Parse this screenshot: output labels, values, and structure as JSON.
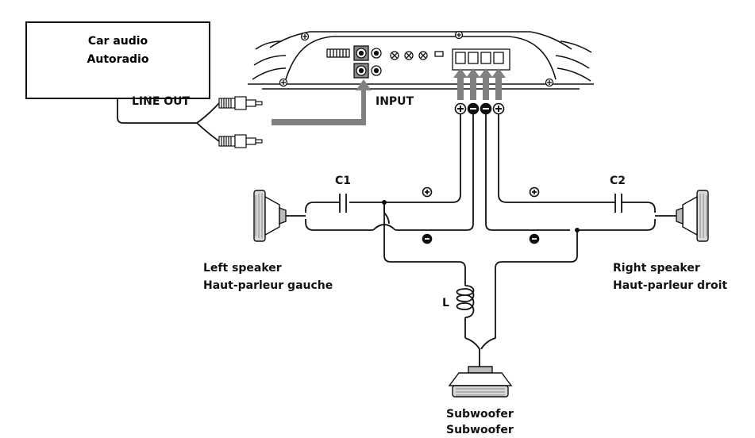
{
  "head_unit": {
    "line1": "Car audio",
    "line2": "Autoradio"
  },
  "line_out_label": "LINE OUT",
  "input_label": "INPUT",
  "capacitor_left": "C1",
  "capacitor_right": "C2",
  "inductor": "L",
  "left_speaker": {
    "line1": "Left speaker",
    "line2": "Haut-parleur gauche"
  },
  "right_speaker": {
    "line1": "Right speaker",
    "line2": "Haut-parleur droit"
  },
  "subwoofer": {
    "line1": "Subwoofer",
    "line2": "Subwoofer"
  },
  "polarity": {
    "plus": "+",
    "minus": "−"
  },
  "terminal_polarity": [
    "+",
    "−",
    "−",
    "+"
  ],
  "colors": {
    "line": "#111111",
    "arrow": "#808080",
    "speaker_fill": "#d9d9d9",
    "speaker_dark": "#9a9a9a"
  }
}
